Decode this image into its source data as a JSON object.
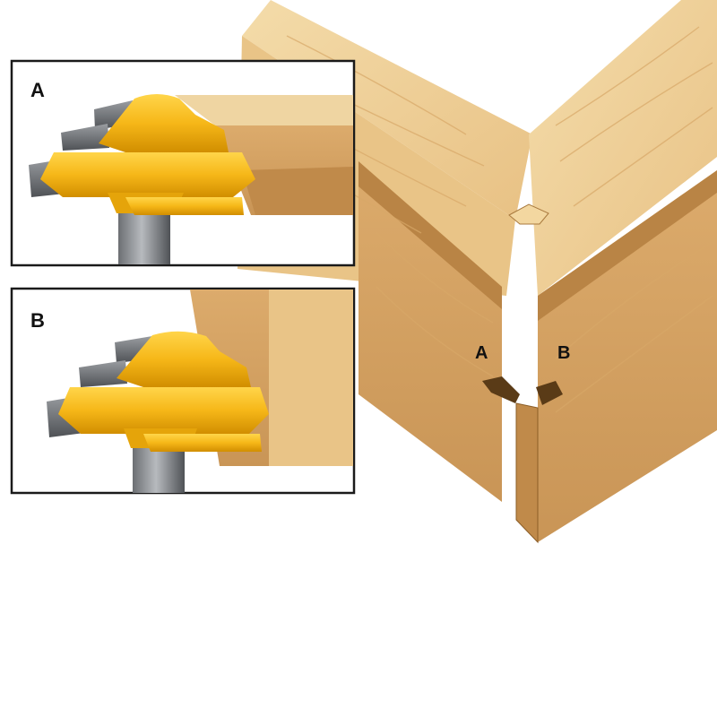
{
  "panels": [
    {
      "label": "A"
    },
    {
      "label": "B"
    }
  ],
  "joint_labels": {
    "left": "A",
    "right": "B"
  },
  "colors": {
    "wood_light": "#f0d29c",
    "wood_mid": "#e3b779",
    "wood_side": "#d4a064",
    "wood_dark": "#b98445",
    "grain": "#d8a868",
    "bit_yellow": "#f6b718",
    "bit_yellow_light": "#ffd54a",
    "bit_yellow_dark": "#d18e00",
    "steel": "#8a8d92",
    "steel_dark": "#4f5256",
    "frame": "#1a1a1a"
  }
}
